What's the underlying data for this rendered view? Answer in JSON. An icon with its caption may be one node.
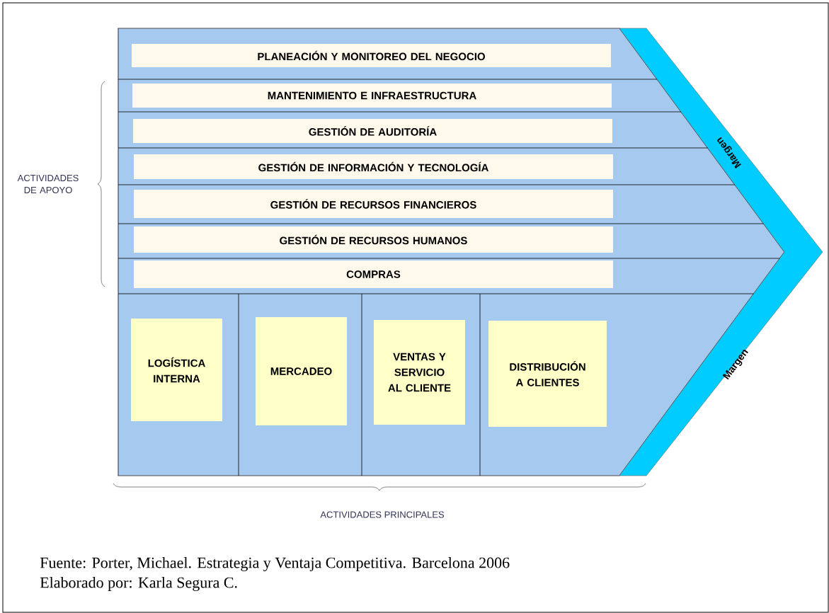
{
  "diagram": {
    "caption": "Fuente: Porter, Michael. Estrategia y Ventaja Competitiva. Barcelona 2006",
    "nodes": [
      {
        "text": [
          "PLANEACIÓN Y MONITOREO DEL NEGOCIO"
        ]
      },
      {
        "text": [
          "MANTENIMIENTO E INFRAESTRUCTURA"
        ]
      },
      {
        "text": [
          "GESTIÓN DE AUDITORÍA"
        ]
      },
      {
        "text": [
          "GESTIÓN DE INFORMACIÓN Y TECNOLOGÍA"
        ]
      },
      {
        "text": [
          "GESTIÓN DE RECURSOS FINANCIEROS"
        ]
      },
      {
        "text": [
          "GESTIÓN DE RECURSOS HUMANOS"
        ]
      },
      {
        "text": [
          "COMPRAS"
        ]
      },
      {
        "text": [
          "LOGÍSTICA INTERNA"
        ]
      },
      {
        "text": [
          "MERCADEO"
        ]
      },
      {
        "text": [
          "VENTAS Y SERVICIO AL CLIENTE"
        ]
      },
      {
        "text": [
          "DISTRIBUCIÓN A CLIENTES"
        ]
      }
    ],
    "labels": [
      "Margen",
      "Margen",
      "ACTIVIDADES DE APOYO",
      "ACTIVIDADES PRINCIPALES",
      "Elaborado por: Karla Segura C."
    ]
  }
}
